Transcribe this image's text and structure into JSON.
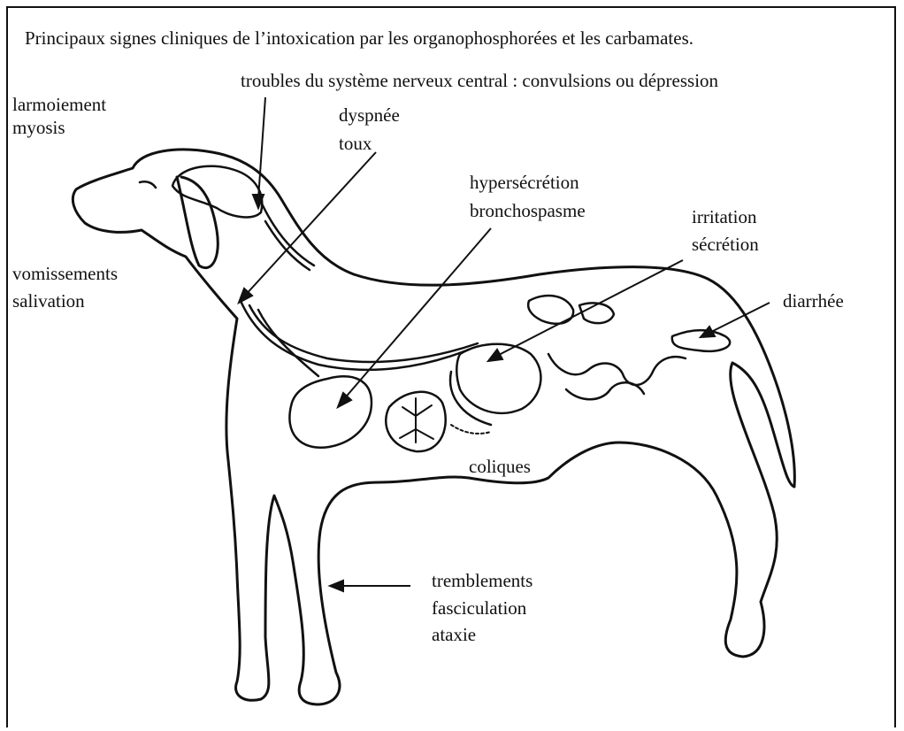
{
  "title": "Principaux signes cliniques de l’intoxication par les organophosphorées et les carbamates.",
  "labels": {
    "cns": "troubles du système nerveux central : convulsions ou dépression",
    "eye_1": "larmoiement",
    "eye_2": "myosis",
    "resp_1": "dyspnée",
    "resp_2": "toux",
    "lung_1": "hypersécrétion",
    "lung_2": "bronchospasme",
    "stomach_1": "irritation",
    "stomach_2": "sécrétion",
    "mouth_1": "vomissements",
    "mouth_2": "salivation",
    "colon": "diarrhée",
    "intestine": "coliques",
    "muscle_1": "tremblements",
    "muscle_2": "fasciculation",
    "muscle_3": "ataxie"
  }
}
